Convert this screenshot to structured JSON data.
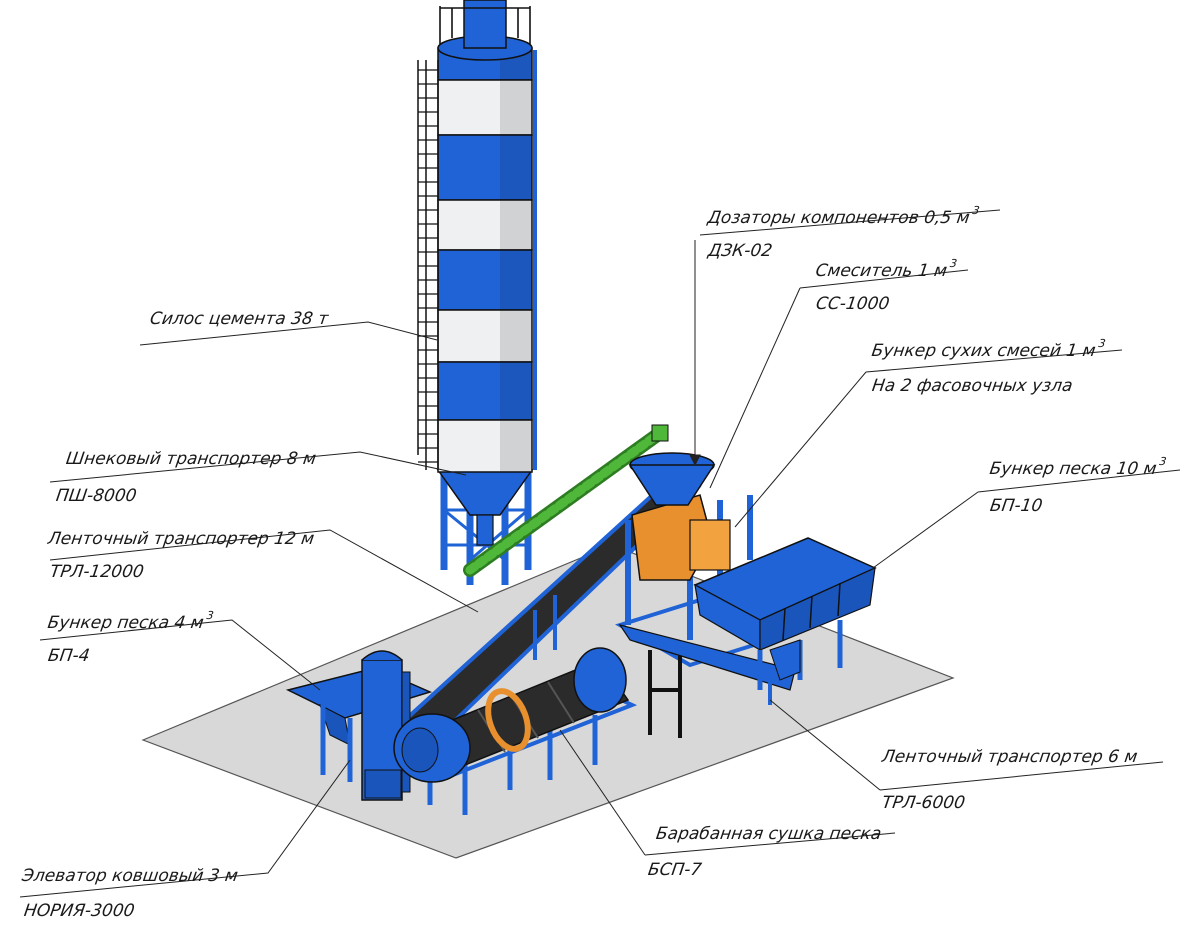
{
  "labels": {
    "silo": {
      "name": "Силос цемента 38 т"
    },
    "screw": {
      "name": "Шнековый транспортер 8 м",
      "model": "ПШ-8000"
    },
    "belt12": {
      "name": "Ленточный транспортер 12 м",
      "model": "ТРЛ-12000"
    },
    "bunker4": {
      "name": "Бункер песка 4 м",
      "sup": "3",
      "model": "БП-4"
    },
    "elevator": {
      "name": "Элеватор ковшовый 3 м",
      "model": "НОРИЯ-3000"
    },
    "dosers": {
      "name": "Дозаторы компонентов 0,5 м",
      "sup": "3",
      "model": "ДЗК-02"
    },
    "mixer": {
      "name": "Смеситель 1 м",
      "sup": "3",
      "model": "СС-1000"
    },
    "drymix": {
      "name": "Бункер сухих смесей 1 м",
      "sup": "3",
      "model": "На 2 фасовочных узла"
    },
    "bunker10": {
      "name": "Бункер песка 10 м",
      "sup": "3",
      "model": "БП-10"
    },
    "belt6": {
      "name": "Ленточный транспортер 6 м",
      "model": "ТРЛ-6000"
    },
    "dryer": {
      "name": "Барабанная сушка песка",
      "model": "БСП-7"
    }
  },
  "colors": {
    "frame_blue": "#1f63d6",
    "silo_white": "#eef0f2",
    "belt_dark": "#2b2b2b",
    "screw_green": "#4fb83a",
    "orange": "#e8902e",
    "floor_gray": "#d6d6d6",
    "outline": "#111111"
  }
}
